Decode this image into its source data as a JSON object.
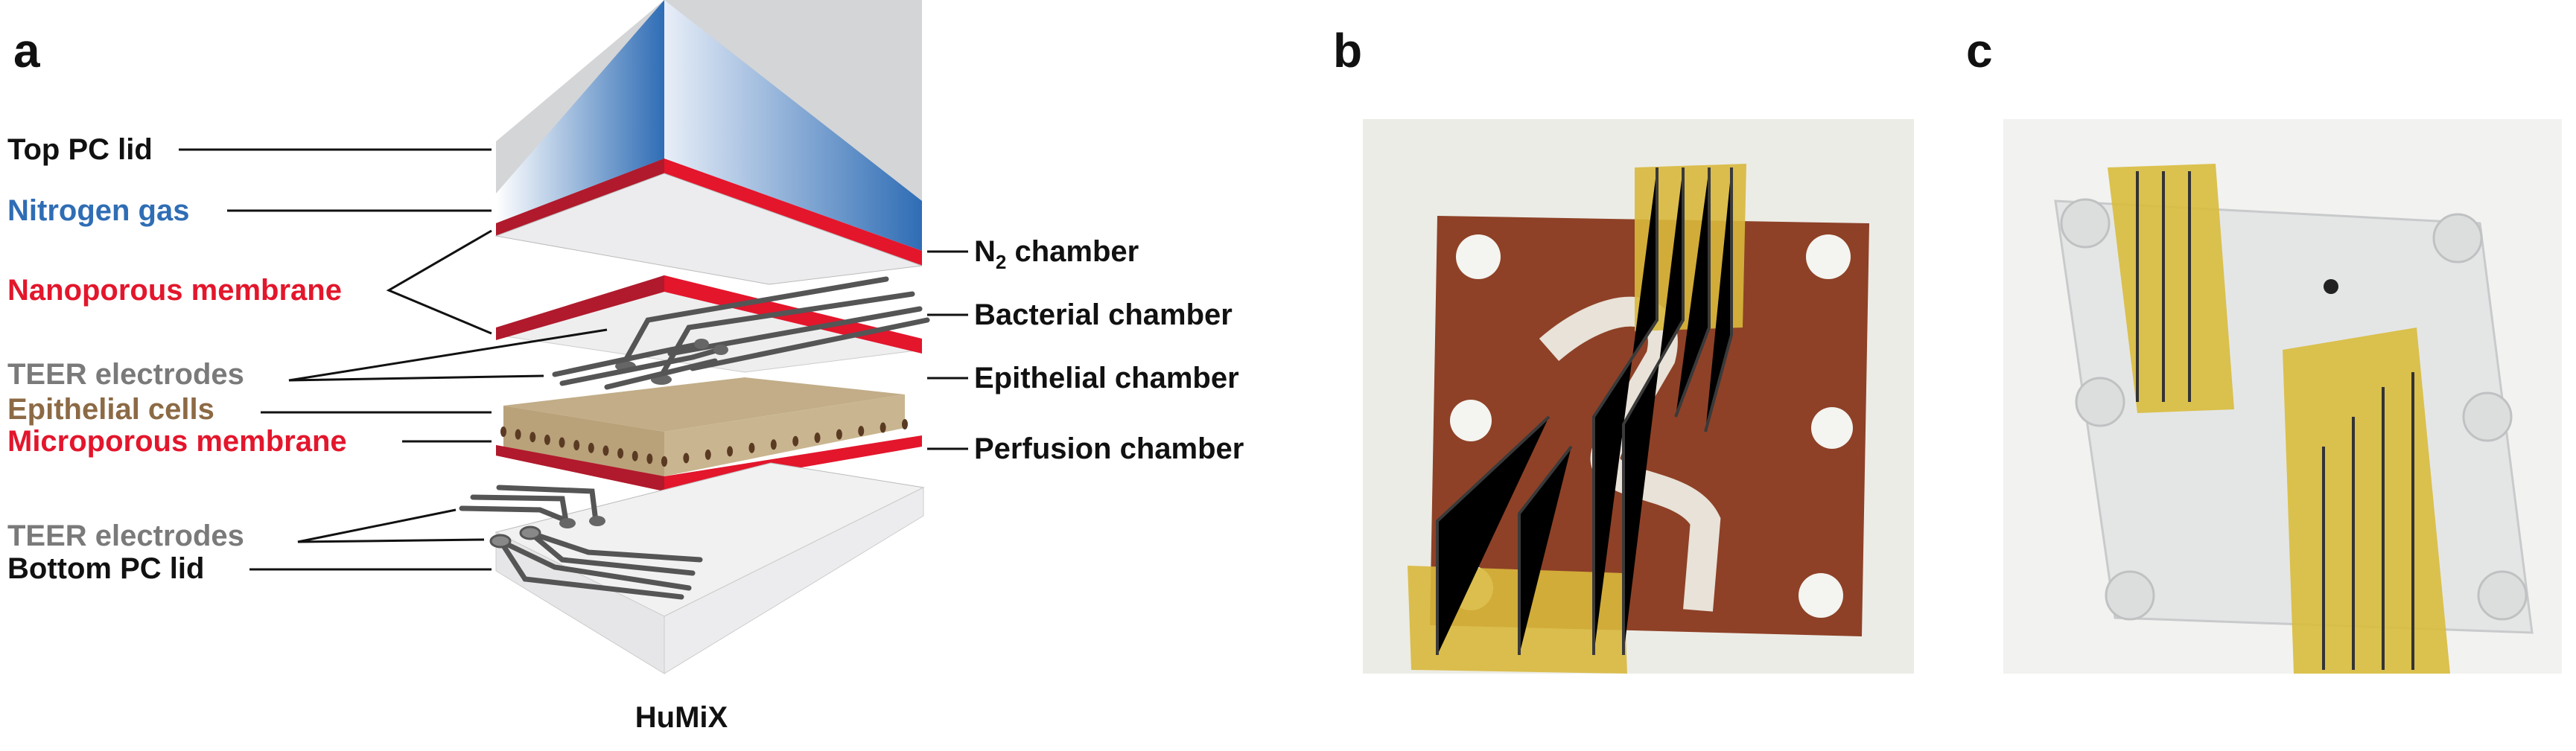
{
  "panels": {
    "a": "a",
    "b": "b",
    "c": "c"
  },
  "panel_a": {
    "left_labels": {
      "top_pc_lid": "Top PC lid",
      "nitrogen_gas": "Nitrogen gas",
      "nanoporous_membrane": "Nanoporous membrane",
      "teer_electrodes_upper": "TEER electrodes",
      "epithelial_cells": "Epithelial cells",
      "microporous_membrane": "Microporous membrane",
      "teer_electrodes_lower": "TEER electrodes",
      "bottom_pc_lid": "Bottom PC lid"
    },
    "right_labels": {
      "n2_chamber": {
        "main": "N",
        "sub": "2",
        "rest": " chamber"
      },
      "bacterial_chamber": "Bacterial chamber",
      "epithelial_chamber": "Epithelial chamber",
      "perfusion_chamber": "Perfusion chamber"
    },
    "caption": "HuMiX",
    "colors": {
      "nitrogen": "#2f6db5",
      "membrane": "#e3162c",
      "teer": "#7a7a7a",
      "cells": "#8c6a45",
      "text": "#111111"
    }
  }
}
